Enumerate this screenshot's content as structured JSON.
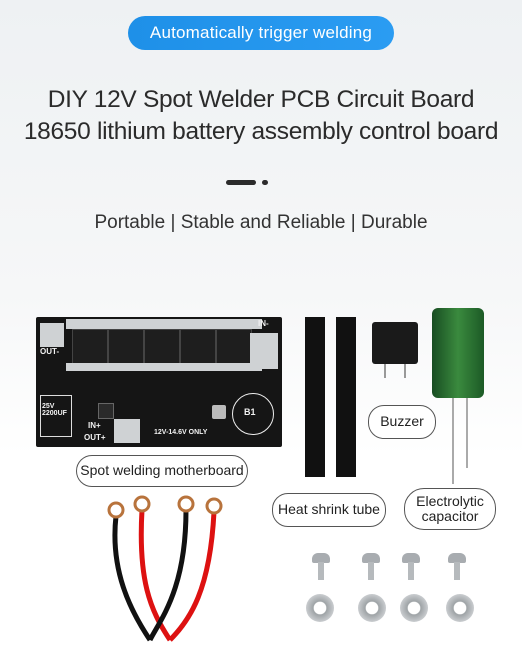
{
  "banner": {
    "label": "Automatically trigger welding",
    "color": "#1e90e8"
  },
  "title": {
    "line1": "DIY 12V Spot Welder PCB Circuit Board",
    "line2": "18650 lithium battery assembly control board"
  },
  "subtitle": "Portable | Stable and Reliable | Durable",
  "components": {
    "motherboard_label": "Spot welding motherboard",
    "buzzer_label": "Buzzer",
    "heat_shrink_label": "Heat shrink tube",
    "capacitor_label_line1": "Electrolytic",
    "capacitor_label_line2": "capacitor"
  },
  "pcb_markings": {
    "in_minus": "IN-",
    "out_minus": "OUT-",
    "in_plus": "IN+",
    "out_plus": "OUT+",
    "voltage": "12V-14.6V ONLY",
    "cap_rating_1": "25V",
    "cap_rating_2": "2200UF",
    "b1": "B1"
  }
}
